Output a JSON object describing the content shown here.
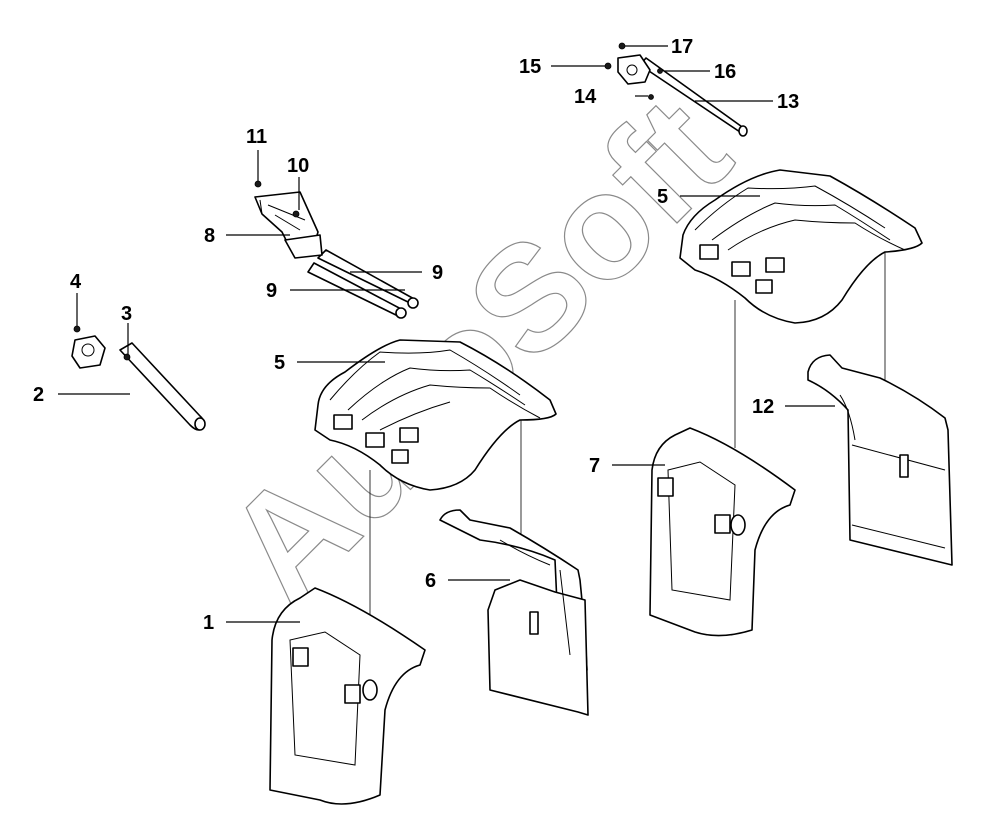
{
  "watermark": "AutoSoft",
  "callouts": {
    "c1": "1",
    "c2": "2",
    "c3": "3",
    "c4": "4",
    "c5a": "5",
    "c5b": "5",
    "c6": "6",
    "c7": "7",
    "c8": "8",
    "c9a": "9",
    "c9b": "9",
    "c10": "10",
    "c11": "11",
    "c12": "12",
    "c13": "13",
    "c14": "14",
    "c15": "15",
    "c16": "16",
    "c17": "17"
  }
}
